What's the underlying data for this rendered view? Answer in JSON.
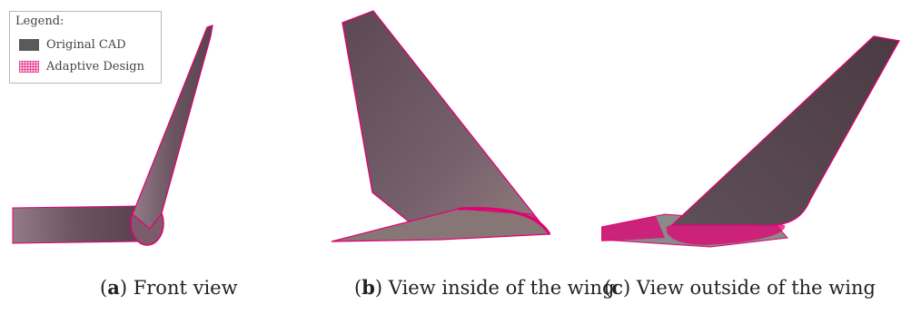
{
  "legend": {
    "title": "Legend:",
    "items": [
      {
        "label": "Original CAD",
        "color": "#5a5a5a"
      },
      {
        "label": "Adaptive Design",
        "color": "#e20074"
      }
    ]
  },
  "captions": [
    {
      "open": "(",
      "letter": "a",
      "close": ")",
      "text": " Front view"
    },
    {
      "open": "(",
      "letter": "b",
      "close": ")",
      "text": " View inside of the wing"
    },
    {
      "open": "(",
      "letter": "c",
      "close": ")",
      "text": " View outside of the wing"
    }
  ],
  "colors": {
    "cad_gray": "#5a5a5a",
    "adaptive_magenta": "#e20074"
  }
}
